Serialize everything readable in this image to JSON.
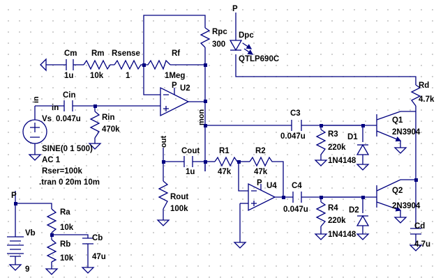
{
  "components": {
    "cm": {
      "name": "Cm",
      "value": "1u"
    },
    "rm": {
      "name": "Rm",
      "value": "10k"
    },
    "rsense": {
      "name": "Rsense",
      "value": "1"
    },
    "rf": {
      "name": "Rf",
      "value": "1Meg"
    },
    "rpc": {
      "name": "Rpc",
      "value": "300"
    },
    "dpc": {
      "name": "Dpc",
      "value": "QTLP690C"
    },
    "u2": {
      "name": "U2"
    },
    "cin": {
      "name": "Cin",
      "value": "0.047u"
    },
    "rin": {
      "name": "Rin",
      "value": "470k"
    },
    "vs": {
      "name": "Vs",
      "spec": "SINE(0 1 500)",
      "ac": "AC 1",
      "rser": "Rser=100k"
    },
    "rd": {
      "name": "Rd",
      "value": "4.7k"
    },
    "c3": {
      "name": "C3",
      "value": "0.047u"
    },
    "r3": {
      "name": "R3",
      "value": "220k"
    },
    "d1": {
      "name": "D1",
      "value": "1N4148"
    },
    "q1": {
      "name": "Q1",
      "value": "2N3904"
    },
    "cout": {
      "name": "Cout",
      "value": "1u"
    },
    "rout": {
      "name": "Rout",
      "value": "100k"
    },
    "r1": {
      "name": "R1",
      "value": "47k"
    },
    "r2": {
      "name": "R2",
      "value": "47k"
    },
    "u4": {
      "name": "U4"
    },
    "c4": {
      "name": "C4",
      "value": "0.047u"
    },
    "r4": {
      "name": "R4",
      "value": "220k"
    },
    "d2": {
      "name": "D2",
      "value": "1N4148"
    },
    "q2": {
      "name": "Q2",
      "value": "2N3904"
    },
    "cd": {
      "name": "Cd",
      "value": "4.7u"
    },
    "ra": {
      "name": "Ra",
      "value": "10k"
    },
    "rb": {
      "name": "Rb",
      "value": "10k"
    },
    "cb": {
      "name": "Cb",
      "value": "47u"
    },
    "vb": {
      "name": "Vb",
      "value": "9"
    }
  },
  "nets": {
    "in": "in",
    "in_wire": "in",
    "mon": "mon",
    "out": "out",
    "p_top": "P",
    "p_left": "P",
    "p_u2": "P",
    "p_u4": "P"
  },
  "directive": ".tran 0 20m 10m"
}
